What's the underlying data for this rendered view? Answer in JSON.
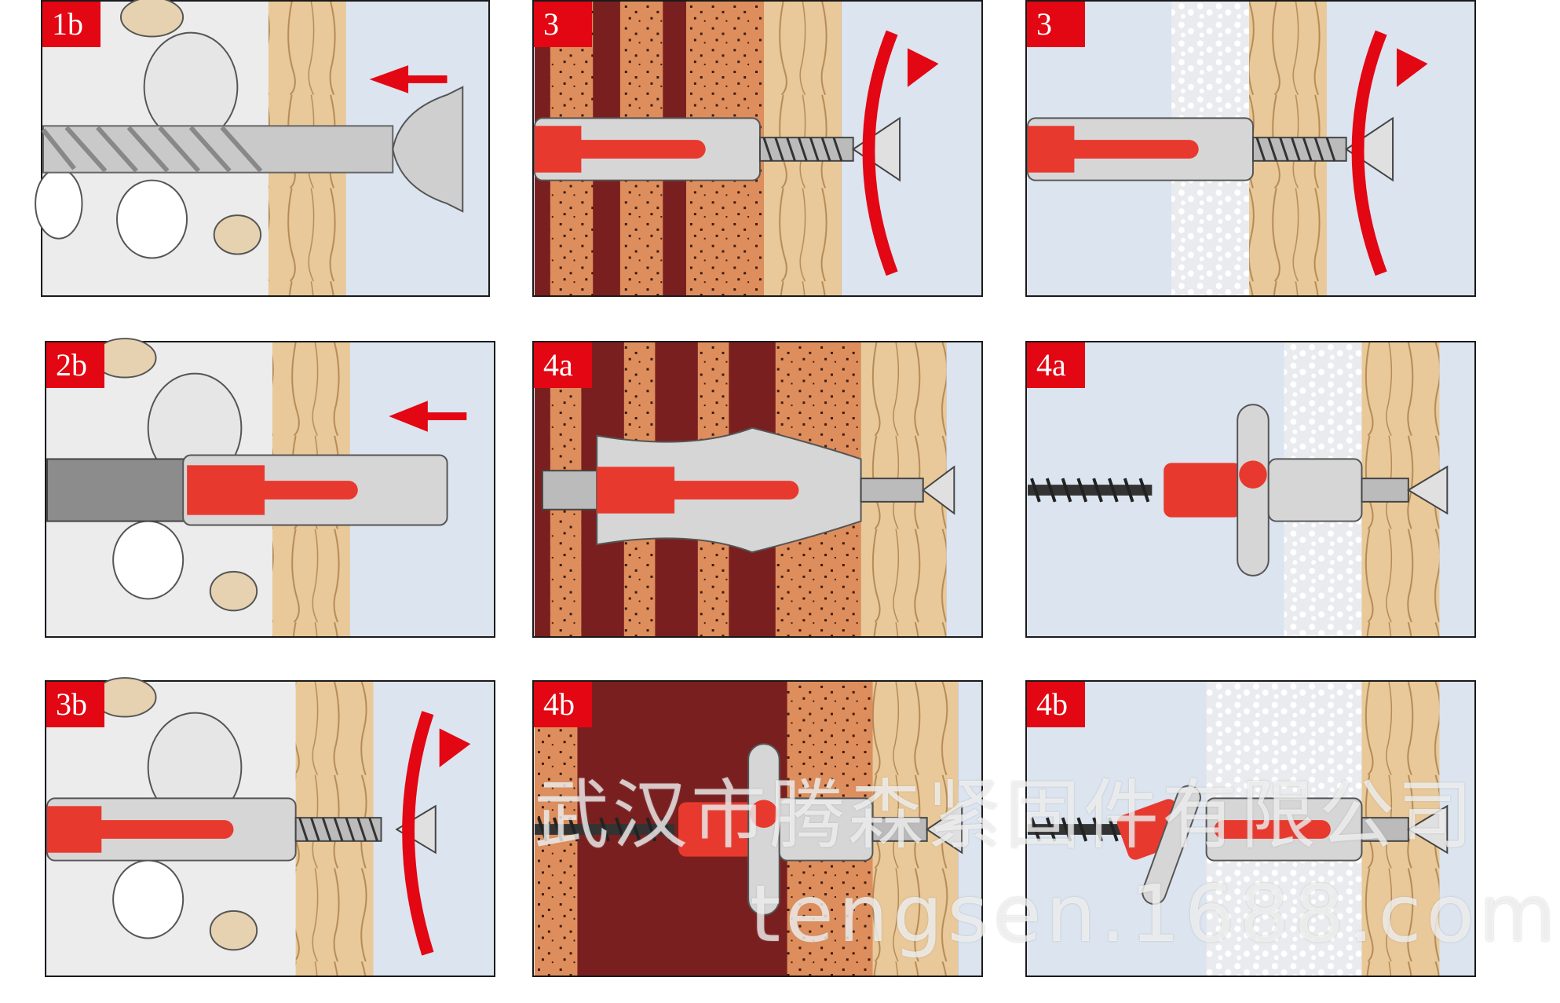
{
  "panels": [
    {
      "label": "1b"
    },
    {
      "label": "3"
    },
    {
      "label": "3"
    },
    {
      "label": "2b"
    },
    {
      "label": "4a"
    },
    {
      "label": "4a"
    },
    {
      "label": "3b"
    },
    {
      "label": "4b"
    },
    {
      "label": "4b"
    }
  ],
  "watermark": {
    "chinese": "武汉市腾森紧固件有限公司",
    "url": "tengsen.1688.com"
  },
  "colors": {
    "label_red": "#e30613",
    "plug_red": "#e8392e",
    "wall_bg": "#dfe6ee",
    "wood": "#e8c89a",
    "brick": "#d98a55",
    "brick_dark": "#7a1f1f"
  }
}
